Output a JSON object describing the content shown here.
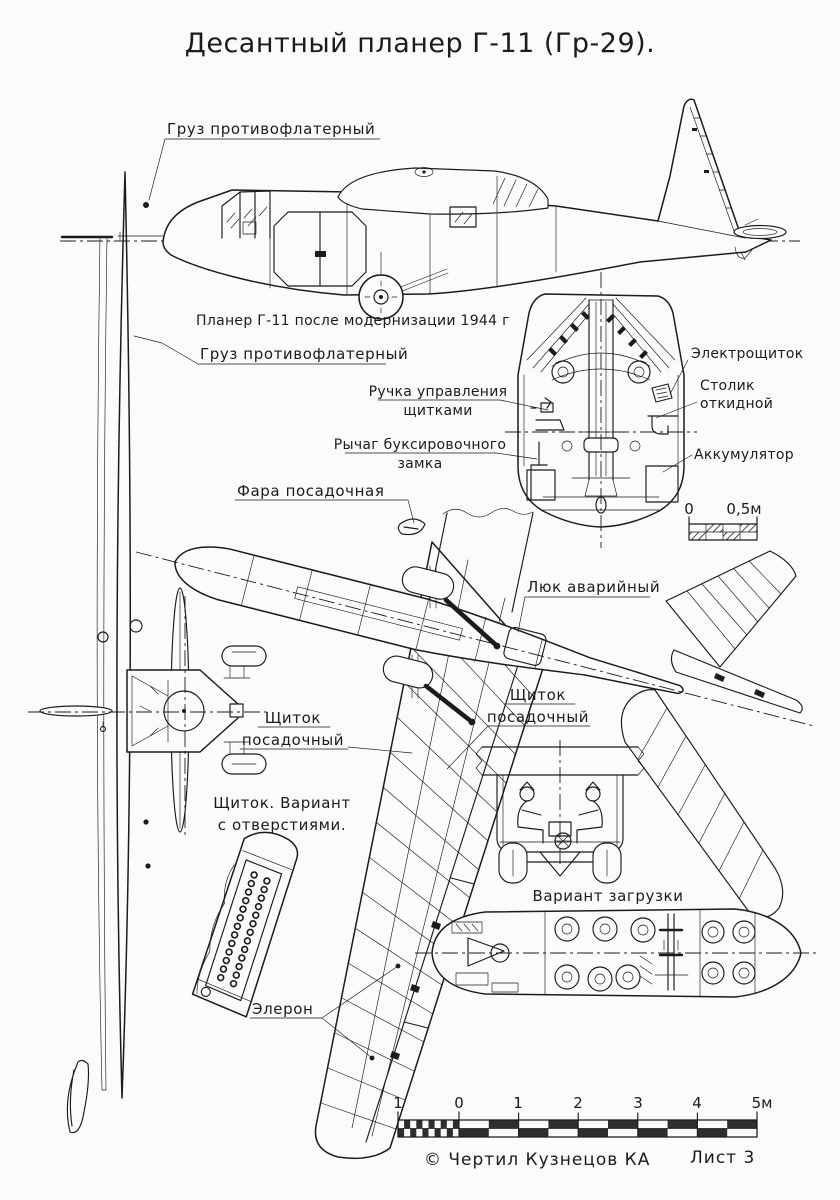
{
  "page": {
    "title_text": "Десантный планер Г-11 (Гр-29)."
  },
  "colors": {
    "ink": "#1b1b1b",
    "paper": "#fbfbfa"
  },
  "side_view": {
    "antiflutter_weight_label": "Груз противофлатерный",
    "caption": "Планер Г-11 после модернизации 1944 г"
  },
  "front_view": {
    "antiflutter_weight_label": "Груз противофлатерный"
  },
  "cockpit_section": {
    "flap_control_handle": {
      "line1": "Ручка управления",
      "line2": "щитками"
    },
    "tow_release_lever": {
      "line1": "Рычаг буксировочного",
      "line2": "замка"
    },
    "electrical_panel": "Электрощиток",
    "folding_table": {
      "line1": "Столик",
      "line2": "откидной"
    },
    "battery": "Аккумулятор",
    "scale": {
      "zero": "0",
      "half_meter": "0,5м"
    }
  },
  "plan_view": {
    "landing_light": "Фара посадочная",
    "emergency_hatch": "Люк аварийный",
    "landing_flap_right": {
      "line1": "Щиток",
      "line2": "посадочный"
    },
    "landing_flap_left": {
      "line1": "Щиток",
      "line2": "посадочный"
    },
    "flap_variant": {
      "line1": "Щиток. Вариант",
      "line2": "с отверстиями."
    },
    "aileron": "Элерон"
  },
  "loading": {
    "caption": "Вариант загрузки"
  },
  "main_scale": {
    "ticks": [
      "1",
      "0",
      "1",
      "2",
      "3",
      "4",
      "5м"
    ]
  },
  "footer": {
    "credit": "© Чертил Кузнецов КА",
    "sheet": "Лист 3"
  }
}
